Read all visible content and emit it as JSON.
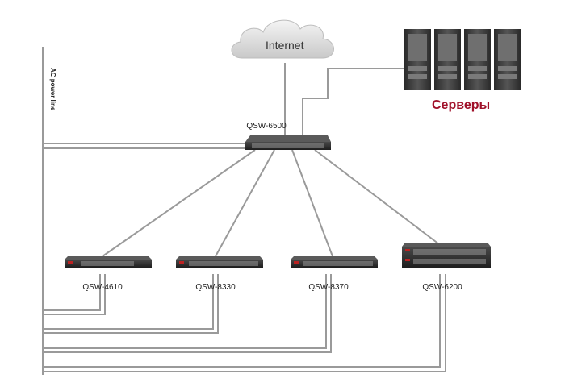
{
  "cloud": {
    "label": "Internet"
  },
  "servers": {
    "label": "Серверы",
    "color": "#a0112a"
  },
  "power_line": {
    "label": "AC power line"
  },
  "core_switch": {
    "label": "QSW-6500"
  },
  "access_switches": [
    {
      "label": "QSW-4610"
    },
    {
      "label": "QSW-8330"
    },
    {
      "label": "QSW-8370"
    },
    {
      "label": "QSW-6200"
    }
  ],
  "colors": {
    "line": "#9a9a9a",
    "switch": "#2b2b2b",
    "server": "#3c3c3c"
  }
}
